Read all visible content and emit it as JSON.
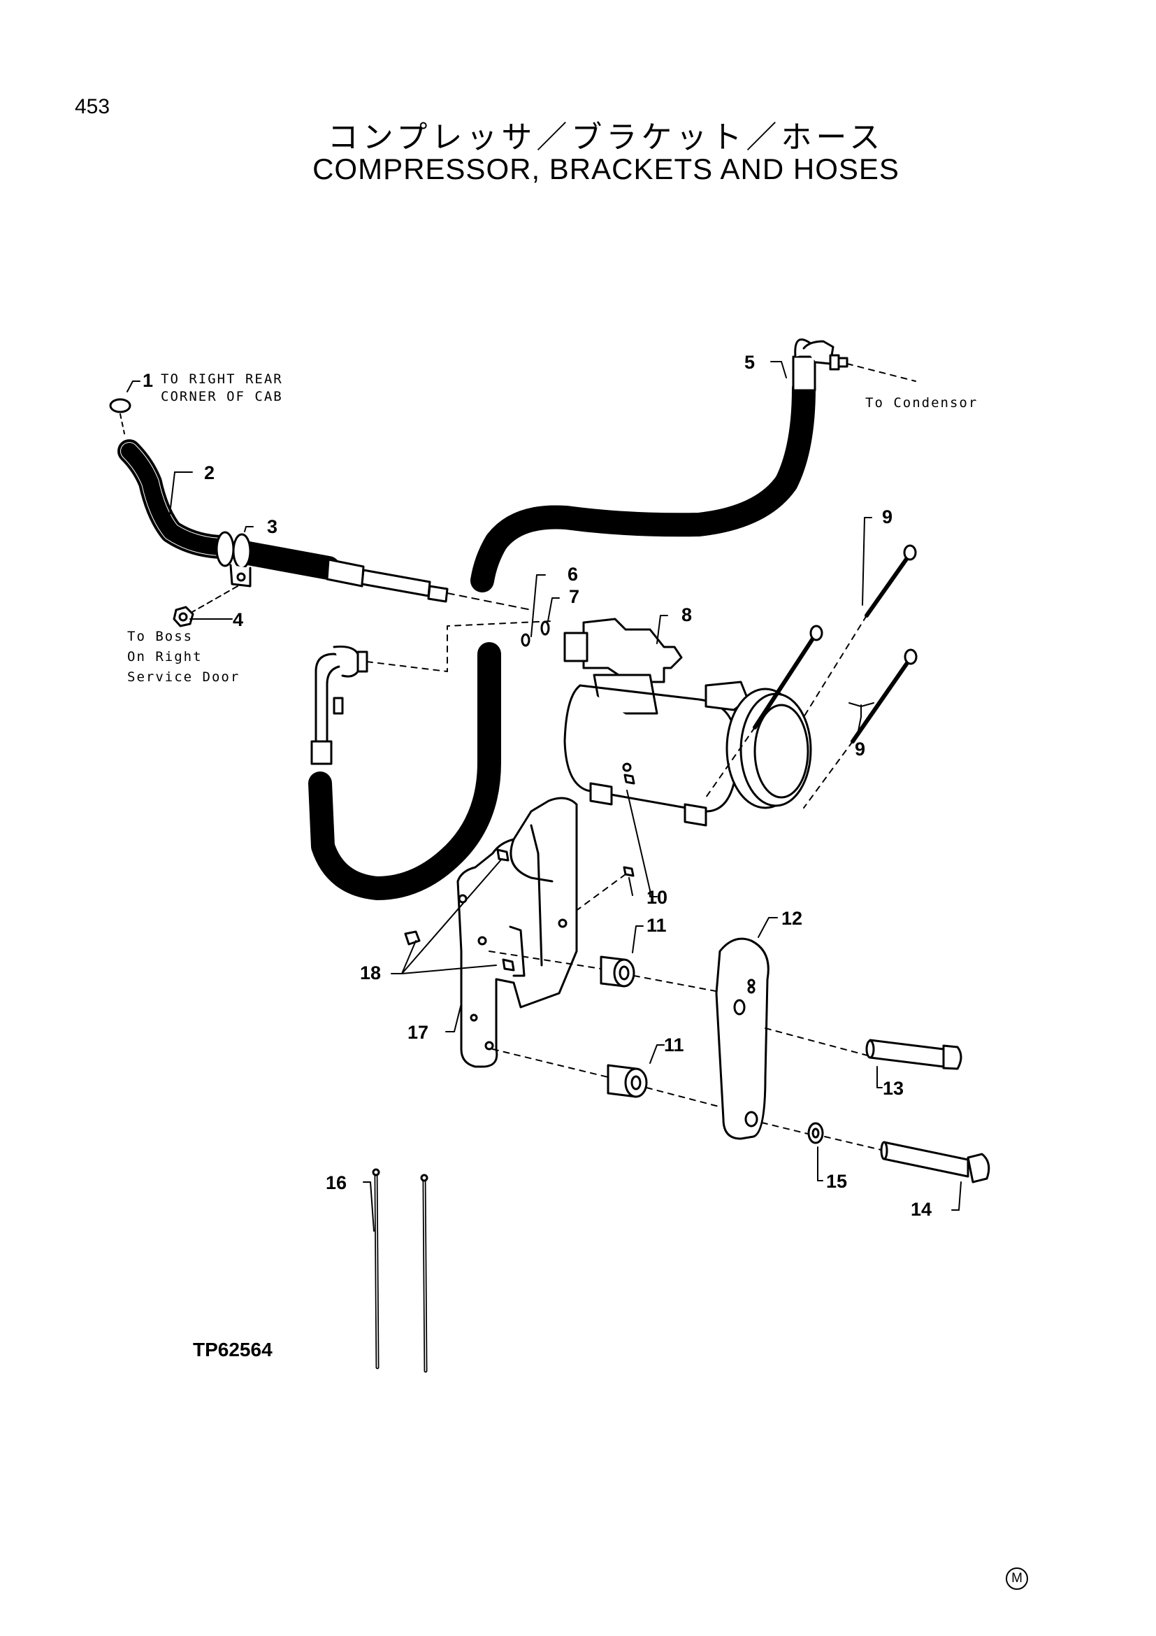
{
  "page": {
    "number": "453",
    "title_jp": "コンプレッサ／ブラケット／ホース",
    "title_en": "COMPRESSOR, BRACKETS AND HOSES",
    "ref_code": "TP62564",
    "mark": "M"
  },
  "notes": {
    "right_rear_1": "TO RIGHT REAR",
    "right_rear_2": "CORNER OF CAB",
    "condensor": "To Condensor",
    "boss_1": "To Boss",
    "boss_2": "On Right",
    "boss_3": "Service Door"
  },
  "callouts": {
    "c1": "1",
    "c2": "2",
    "c3": "3",
    "c4": "4",
    "c5": "5",
    "c6": "6",
    "c7": "7",
    "c8": "8",
    "c9a": "9",
    "c9b": "9",
    "c10": "10",
    "c11a": "11",
    "c11b": "11",
    "c12": "12",
    "c13": "13",
    "c14": "14",
    "c15": "15",
    "c16": "16",
    "c17": "17",
    "c18": "18"
  }
}
